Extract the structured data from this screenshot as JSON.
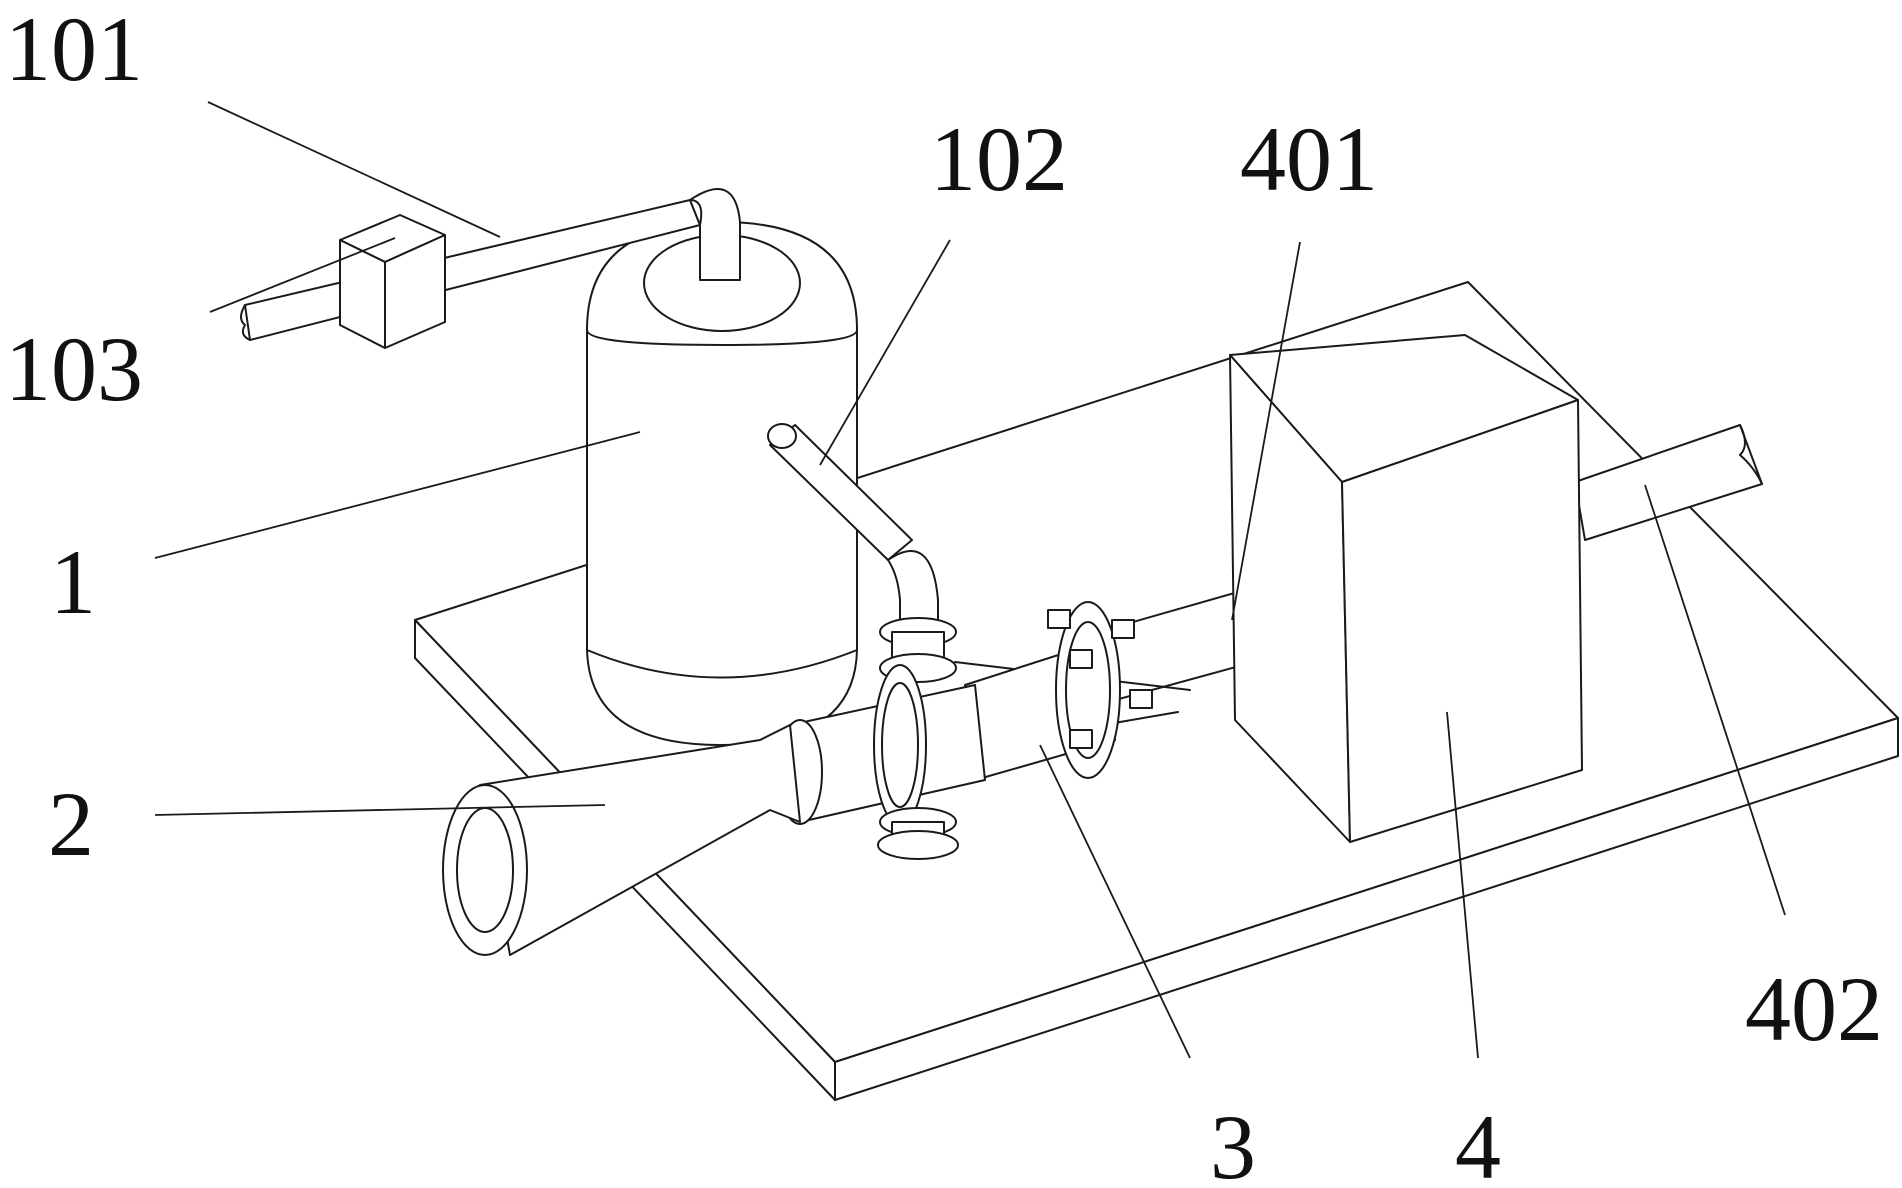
{
  "figure": {
    "labels": {
      "l101": "101",
      "l102": "102",
      "l103": "103",
      "l1": "1",
      "l2": "2",
      "l3": "3",
      "l4": "4",
      "l401": "401",
      "l402": "402"
    },
    "colors": {
      "line": "#1a1a1a",
      "background": "#ffffff"
    }
  }
}
